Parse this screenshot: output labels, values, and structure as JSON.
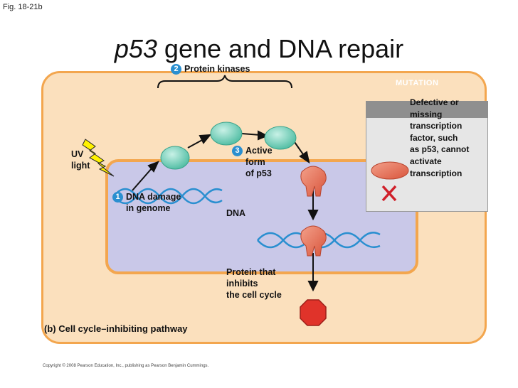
{
  "figure": {
    "fig_label": "Fig. 18-21b",
    "title_italic": "p53",
    "title_rest": " gene and DNA repair",
    "copyright": "Copyright © 2008 Pearson Education, Inc., publishing as Pearson Benjamin Cummings."
  },
  "labels": {
    "step2_num": "2",
    "step2_text": "Protein kinases",
    "uv_line1": "UV",
    "uv_line2": "light",
    "step1_num": "1",
    "step1_line1": "DNA damage",
    "step1_line2": "in genome",
    "step3_num": "3",
    "step3_line1": "Active",
    "step3_line2": "form",
    "step3_line3": "of p53",
    "dna": "DNA",
    "inhibitor_line1": "Protein that",
    "inhibitor_line2": "inhibits",
    "inhibitor_line3": "the cell cycle",
    "pathway": "(b) Cell cycle–inhibiting pathway"
  },
  "mutation": {
    "header": "MUTATION",
    "lines": [
      "Defective or",
      "missing",
      "transcription",
      "factor, such",
      "as p53, cannot",
      "activate",
      "transcription"
    ]
  },
  "colors": {
    "cytoplasm": "#fbe0bd",
    "nucleus": "#c9c8e8",
    "border": "#f3a64e",
    "kinase": "#7fd3c0",
    "p53": "#e8755e",
    "dna_strand": "#2a8fd0",
    "stop": "#e0332a",
    "step_circle": "#2a8fd0"
  }
}
